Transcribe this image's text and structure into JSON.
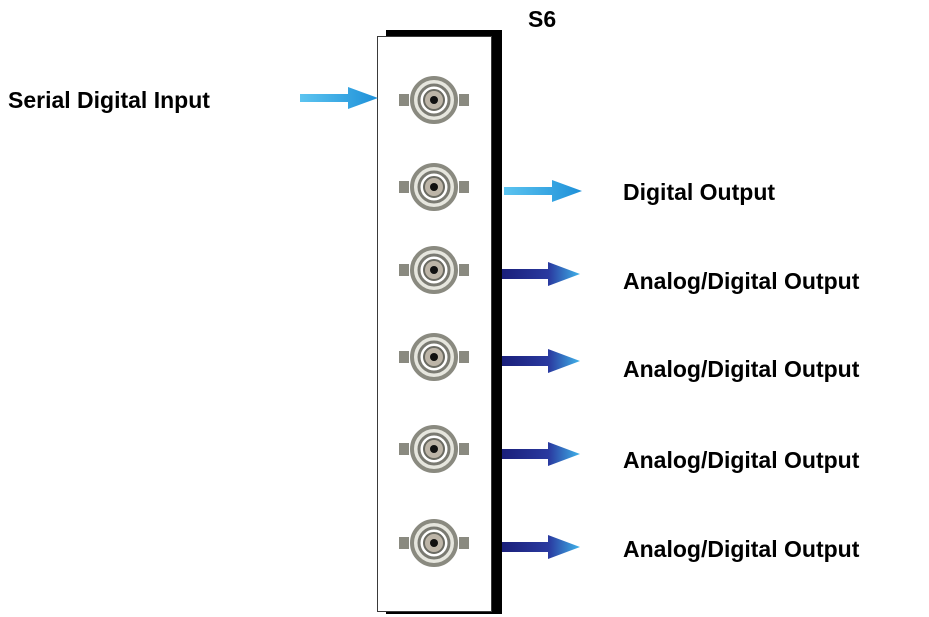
{
  "module": {
    "label": "S6"
  },
  "input": {
    "label": "Serial Digital Input"
  },
  "outputs": [
    {
      "label": "Digital Output",
      "signal": "digital"
    },
    {
      "label": "Analog/Digital Output",
      "signal": "analog-digital"
    },
    {
      "label": "Analog/Digital Output",
      "signal": "analog-digital"
    },
    {
      "label": "Analog/Digital Output",
      "signal": "analog-digital"
    },
    {
      "label": "Analog/Digital Output",
      "signal": "analog-digital"
    }
  ],
  "colors": {
    "digital_arrow": "#29a8e6",
    "analog_arrow_dark": "#1a1f7a",
    "analog_arrow_light": "#3fb4ea",
    "connector_ring": "#8a8a80"
  },
  "icons": {
    "connector": "bnc-connector-icon",
    "arrow": "arrow-right-icon"
  }
}
